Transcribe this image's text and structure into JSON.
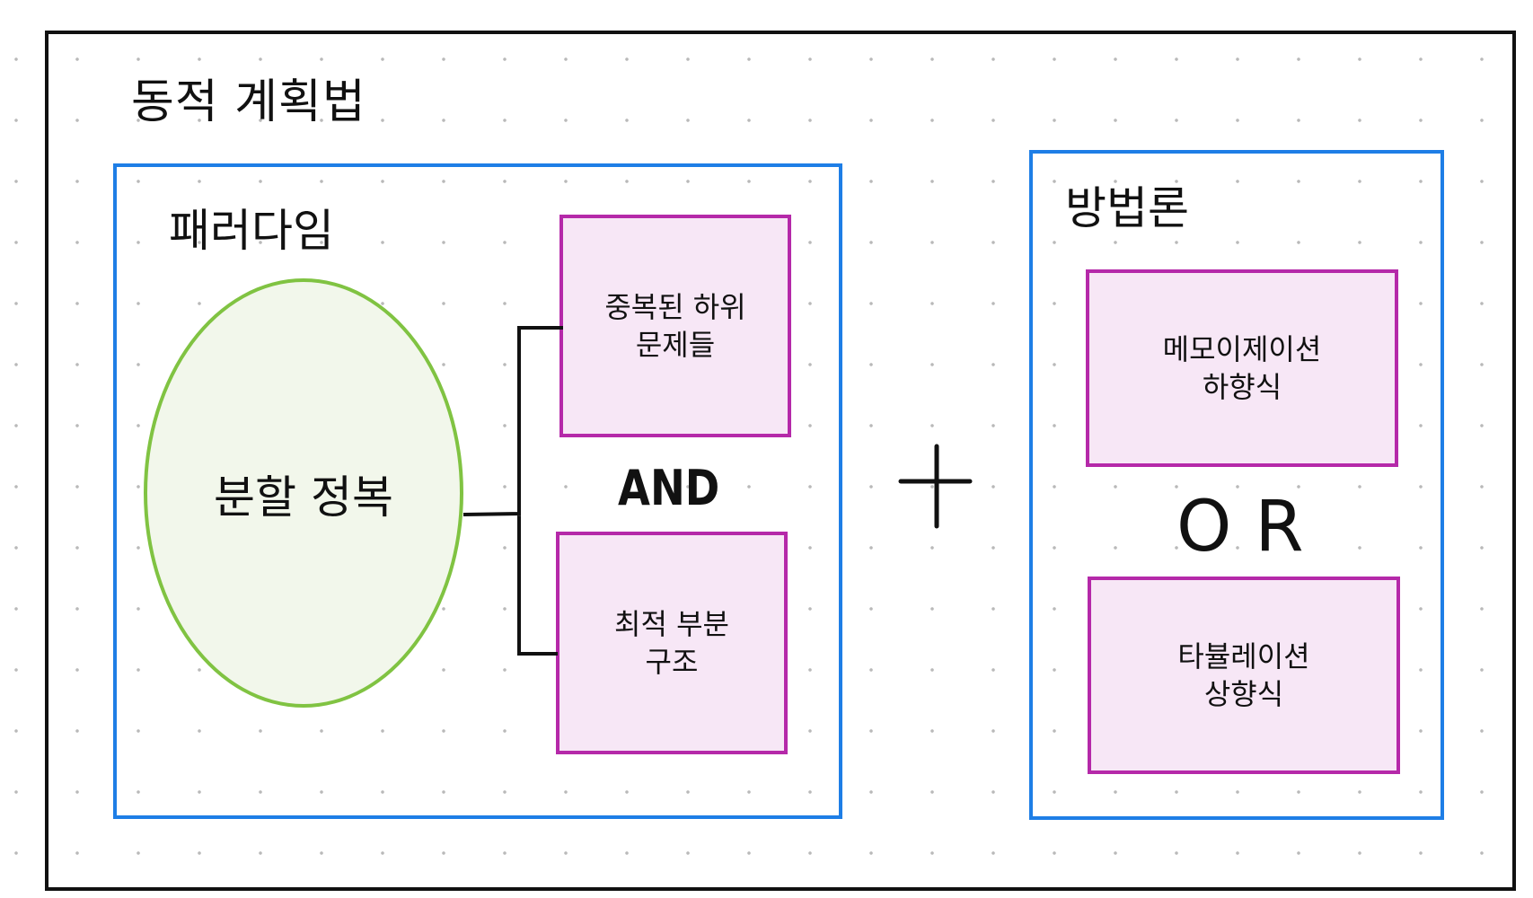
{
  "title": "동적 계획법",
  "paradigm": {
    "title": "패러다임",
    "core": "분할 정복",
    "properties": [
      {
        "lines": [
          "중복된 하위",
          "문제들"
        ]
      },
      {
        "lines": [
          "최적 부분",
          "구조"
        ]
      }
    ],
    "connector": "AND"
  },
  "operator": "+",
  "methodology": {
    "title": "방법론",
    "methods": [
      {
        "lines": [
          "메모이제이션",
          "하향식"
        ]
      },
      {
        "lines": [
          "타뷸레이션",
          "상향식"
        ]
      }
    ],
    "connector": "OR"
  },
  "colors": {
    "panel_border": "#1e7ee6",
    "ellipse_border": "#80c342",
    "ellipse_fill": "#f2f7eb",
    "box_border": "#b529a9",
    "box_fill": "#f7e7f6",
    "frame_border": "#111111"
  }
}
